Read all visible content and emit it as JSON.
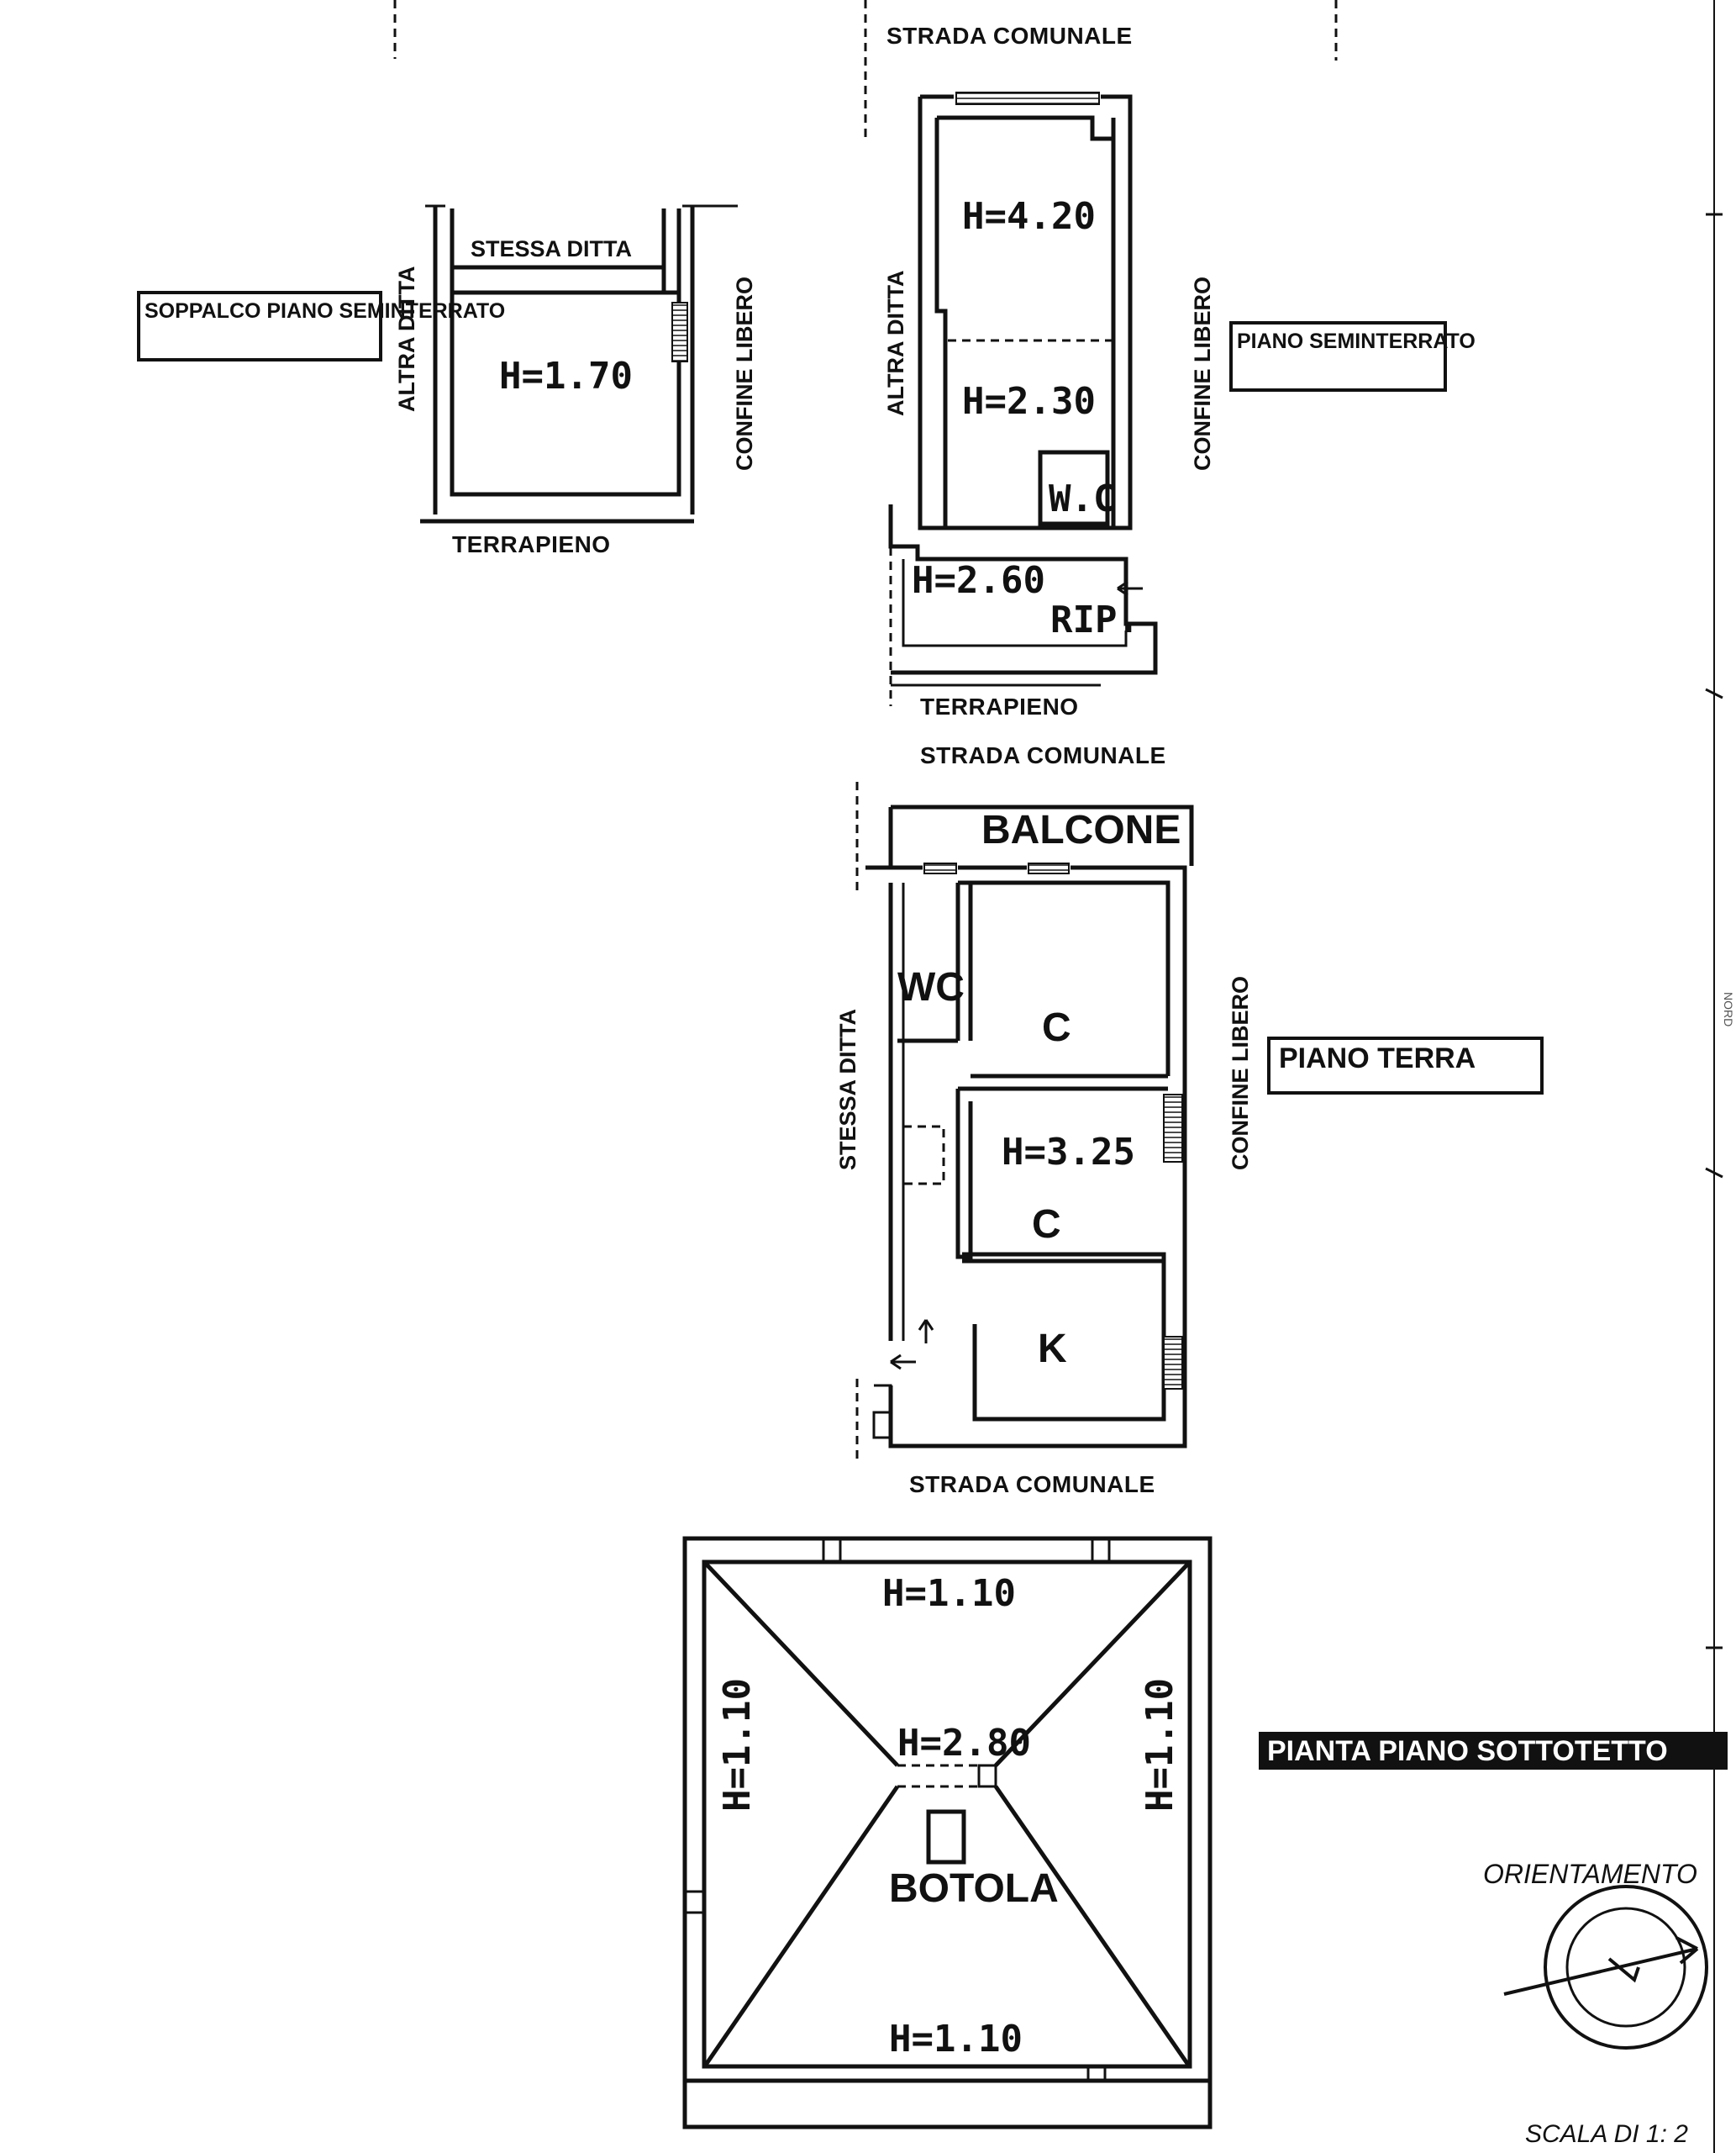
{
  "plans": {
    "soppalco": {
      "title": "SOPPALCO PIANO SEMINTERRATO",
      "left_side": "ALTRA DITTA",
      "top_side": "STESSA DITTA",
      "right_side": "CONFINE LIBERO",
      "bottom_side": "TERRAPIENO",
      "height": "H=1.70"
    },
    "seminterrato": {
      "title": "PIANO SEMINTERRATO",
      "top_road": "STRADA COMUNALE",
      "left_side": "ALTRA DITTA",
      "right_side": "CONFINE LIBERO",
      "bottom_side": "TERRAPIENO",
      "height_1": "H=4.20",
      "height_2": "H=2.30",
      "wc": "W.C",
      "height_3": "H=2.60",
      "rip": "RIP."
    },
    "piano_terra": {
      "title": "PIANO TERRA",
      "top_road": "STRADA COMUNALE",
      "bottom_road": "STRADA COMUNALE",
      "left_side": "STESSA DITTA",
      "right_side": "CONFINE LIBERO",
      "balcone": "BALCONE",
      "wc": "WC",
      "room_1": "C",
      "height": "H=3.25",
      "room_2": "C",
      "kitchen": "K"
    },
    "sottotetto": {
      "title": "PIANTA PIANO SOTTOTETTO",
      "top_height": "H=1.10",
      "left_height": "H=1.10",
      "right_height": "H=1.10",
      "bottom_height": "H=1.10",
      "center_height": "H=2.80",
      "botola": "BOTOLA"
    }
  },
  "orientation_label": "ORIENTAMENTO",
  "scale_label": "SCALA DI 1: 2",
  "margin_mark": "NORD"
}
